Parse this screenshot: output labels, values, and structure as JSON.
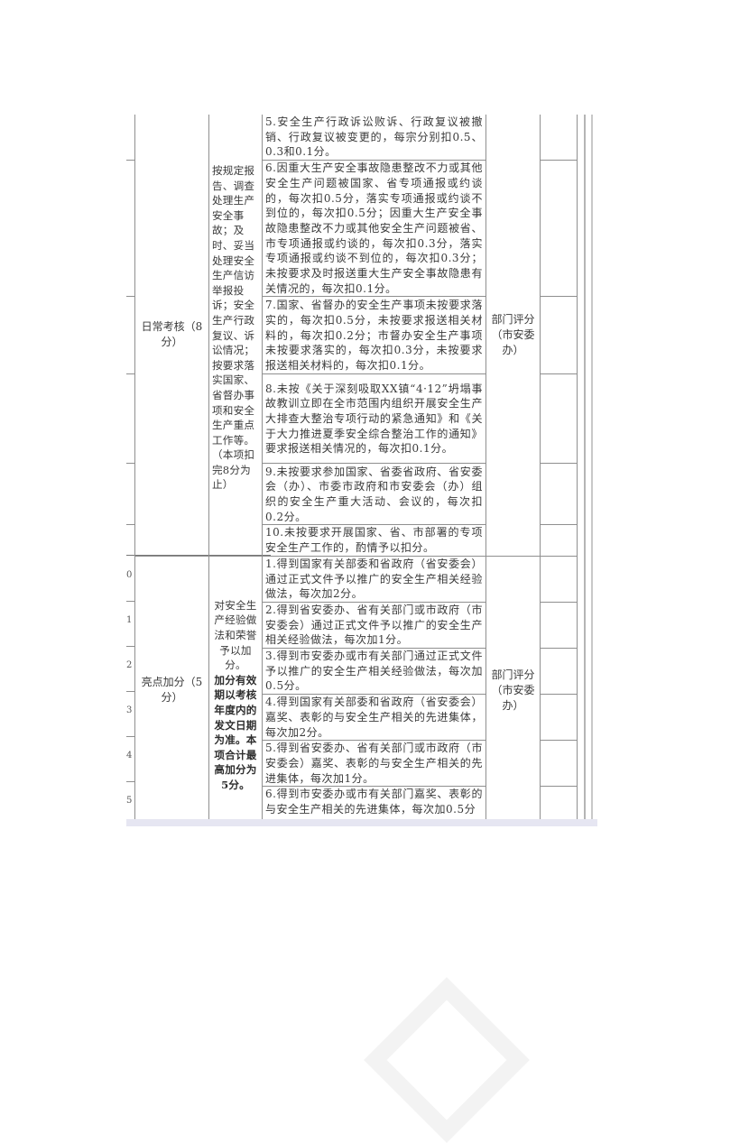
{
  "table": {
    "daily": {
      "category": "日常考核（8分）",
      "criteria": "按规定报告、调查处理生产安全事故；及时、妥当处理安全生产信访举报投诉；安全生产行政复议、诉讼情况；按要求落实国家、省督办事项和安全生产重点工作等。（本项扣完8分为止）",
      "method": "部门评分（市安委办）",
      "items": [
        {
          "no": "5",
          "text": "5.安全生产行政诉讼败诉、行政复议被撤销、行政复议被变更的，每宗分别扣0.5、0.3和0.1分。"
        },
        {
          "no": "6",
          "text": "6.因重大生产安全事故隐患整改不力或其他安全生产问题被国家、省专项通报或约谈的，每次扣0.5分，落实专项通报或约谈不到位的，每次扣0.5分；因重大生产安全事故隐患整改不力或其他安全生产问题被省、市专项通报或约谈的，每次扣0.3分，落实专项通报或约谈不到位的，每次扣0.3分；未按要求及时报送重大生产安全事故隐患有关情况的，每次扣0.1分。"
        },
        {
          "no": "7",
          "text": "7.国家、省督办的安全生产事项未按要求落实的，每次扣0.5分，未按要求报送相关材料的，每次扣0.2分；市督办安全生产事项未按要求落实的，每次扣0.3分，未按要求报送相关材料的，每次扣0.1分。"
        },
        {
          "no": "8",
          "text": "8.未按《关于深刻吸取XX镇“4·12”坍塌事故教训立即在全市范围内组织开展安全生产大排查大整治专项行动的紧急通知》和《关于大力推进夏季安全综合整治工作的通知》要求报送相关情况的，每次扣0.1分。"
        },
        {
          "no": "9",
          "text": "9.未按要求参加国家、省委省政府、省安委会（办）、市委市政府和市安委会（办）组织的安全生产重大活动、会议的，每次扣0.2分。"
        },
        {
          "no": "10",
          "text": "10.未按要求开展国家、省、市部署的专项安全生产工作的，酌情予以扣分。"
        }
      ]
    },
    "bonus": {
      "category": "亮点加分（5分）",
      "criteria_normal": "对安全生产经验做法和荣誉予以加分。",
      "criteria_bold": "加分有效期以考核年度内的发文日期为准。本项合计最高加分为5分。",
      "method": "部门评分（市安委办）",
      "row_numbers": [
        "0",
        "1",
        "2",
        "3",
        "4",
        "5"
      ],
      "items": [
        {
          "text": "1.得到国家有关部委和省政府（省安委会）通过正式文件予以推广的安全生产相关经验做法，每次加2分。"
        },
        {
          "text": "2.得到省安委办、省有关部门或市政府（市安委会）通过正式文件予以推广的安全生产相关经验做法，每次加1分。"
        },
        {
          "text": "3.得到市安委办或市有关部门通过正式文件予以推广的安全生产相关经验做法，每次加0.5分。"
        },
        {
          "text": "4.得到国家有关部委和省政府（省安委会）嘉奖、表彰的与安全生产相关的先进集体，每次加2分。"
        },
        {
          "text": "5.得到省安委办、省有关部门或市政府（市安委会）嘉奖、表彰的与安全生产相关的先进集体，每次加1分。"
        },
        {
          "text": "6.得到市安委办或市有关部门嘉奖、表彰的与安全生产相关的先进集体，每次加0.5分"
        }
      ]
    }
  }
}
